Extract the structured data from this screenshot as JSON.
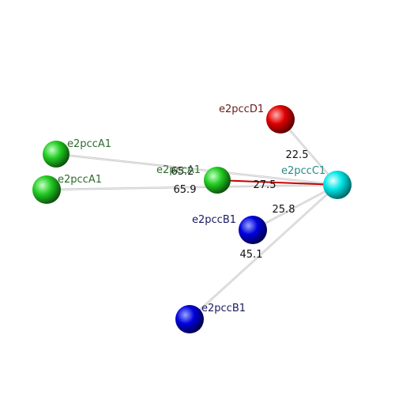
{
  "nodes": [
    {
      "id": "c1",
      "label": "e2pccC1",
      "color": "#00e5e5",
      "label_color": "#2a8a8a"
    },
    {
      "id": "d1",
      "label": "e2pccD1",
      "color": "#e00000",
      "label_color": "#6b1a1a"
    },
    {
      "id": "a1a",
      "label": "e2pccA1",
      "color": "#22cc22",
      "label_color": "#2e6b2e"
    },
    {
      "id": "a1b",
      "label": "e2pccA1",
      "color": "#22cc22",
      "label_color": "#2e6b2e"
    },
    {
      "id": "a1c",
      "label": "e2pccA1",
      "color": "#22cc22",
      "label_color": "#2e6b2e"
    },
    {
      "id": "b1a",
      "label": "e2pccB1",
      "color": "#0000dd",
      "label_color": "#1a1a5e"
    },
    {
      "id": "b1b",
      "label": "e2pccB1",
      "color": "#0000dd",
      "label_color": "#1a1a5e"
    }
  ],
  "edges": [
    {
      "from": "c1",
      "to": "d1",
      "value": "22.5"
    },
    {
      "from": "c1",
      "to": "a1a",
      "value": "65.2"
    },
    {
      "from": "c1",
      "to": "a1b",
      "value": "65.9"
    },
    {
      "from": "c1",
      "to": "a1c",
      "value": "27.5"
    },
    {
      "from": "c1",
      "to": "b1a",
      "value": "25.8"
    },
    {
      "from": "c1",
      "to": "b1b",
      "value": "45.1"
    }
  ]
}
